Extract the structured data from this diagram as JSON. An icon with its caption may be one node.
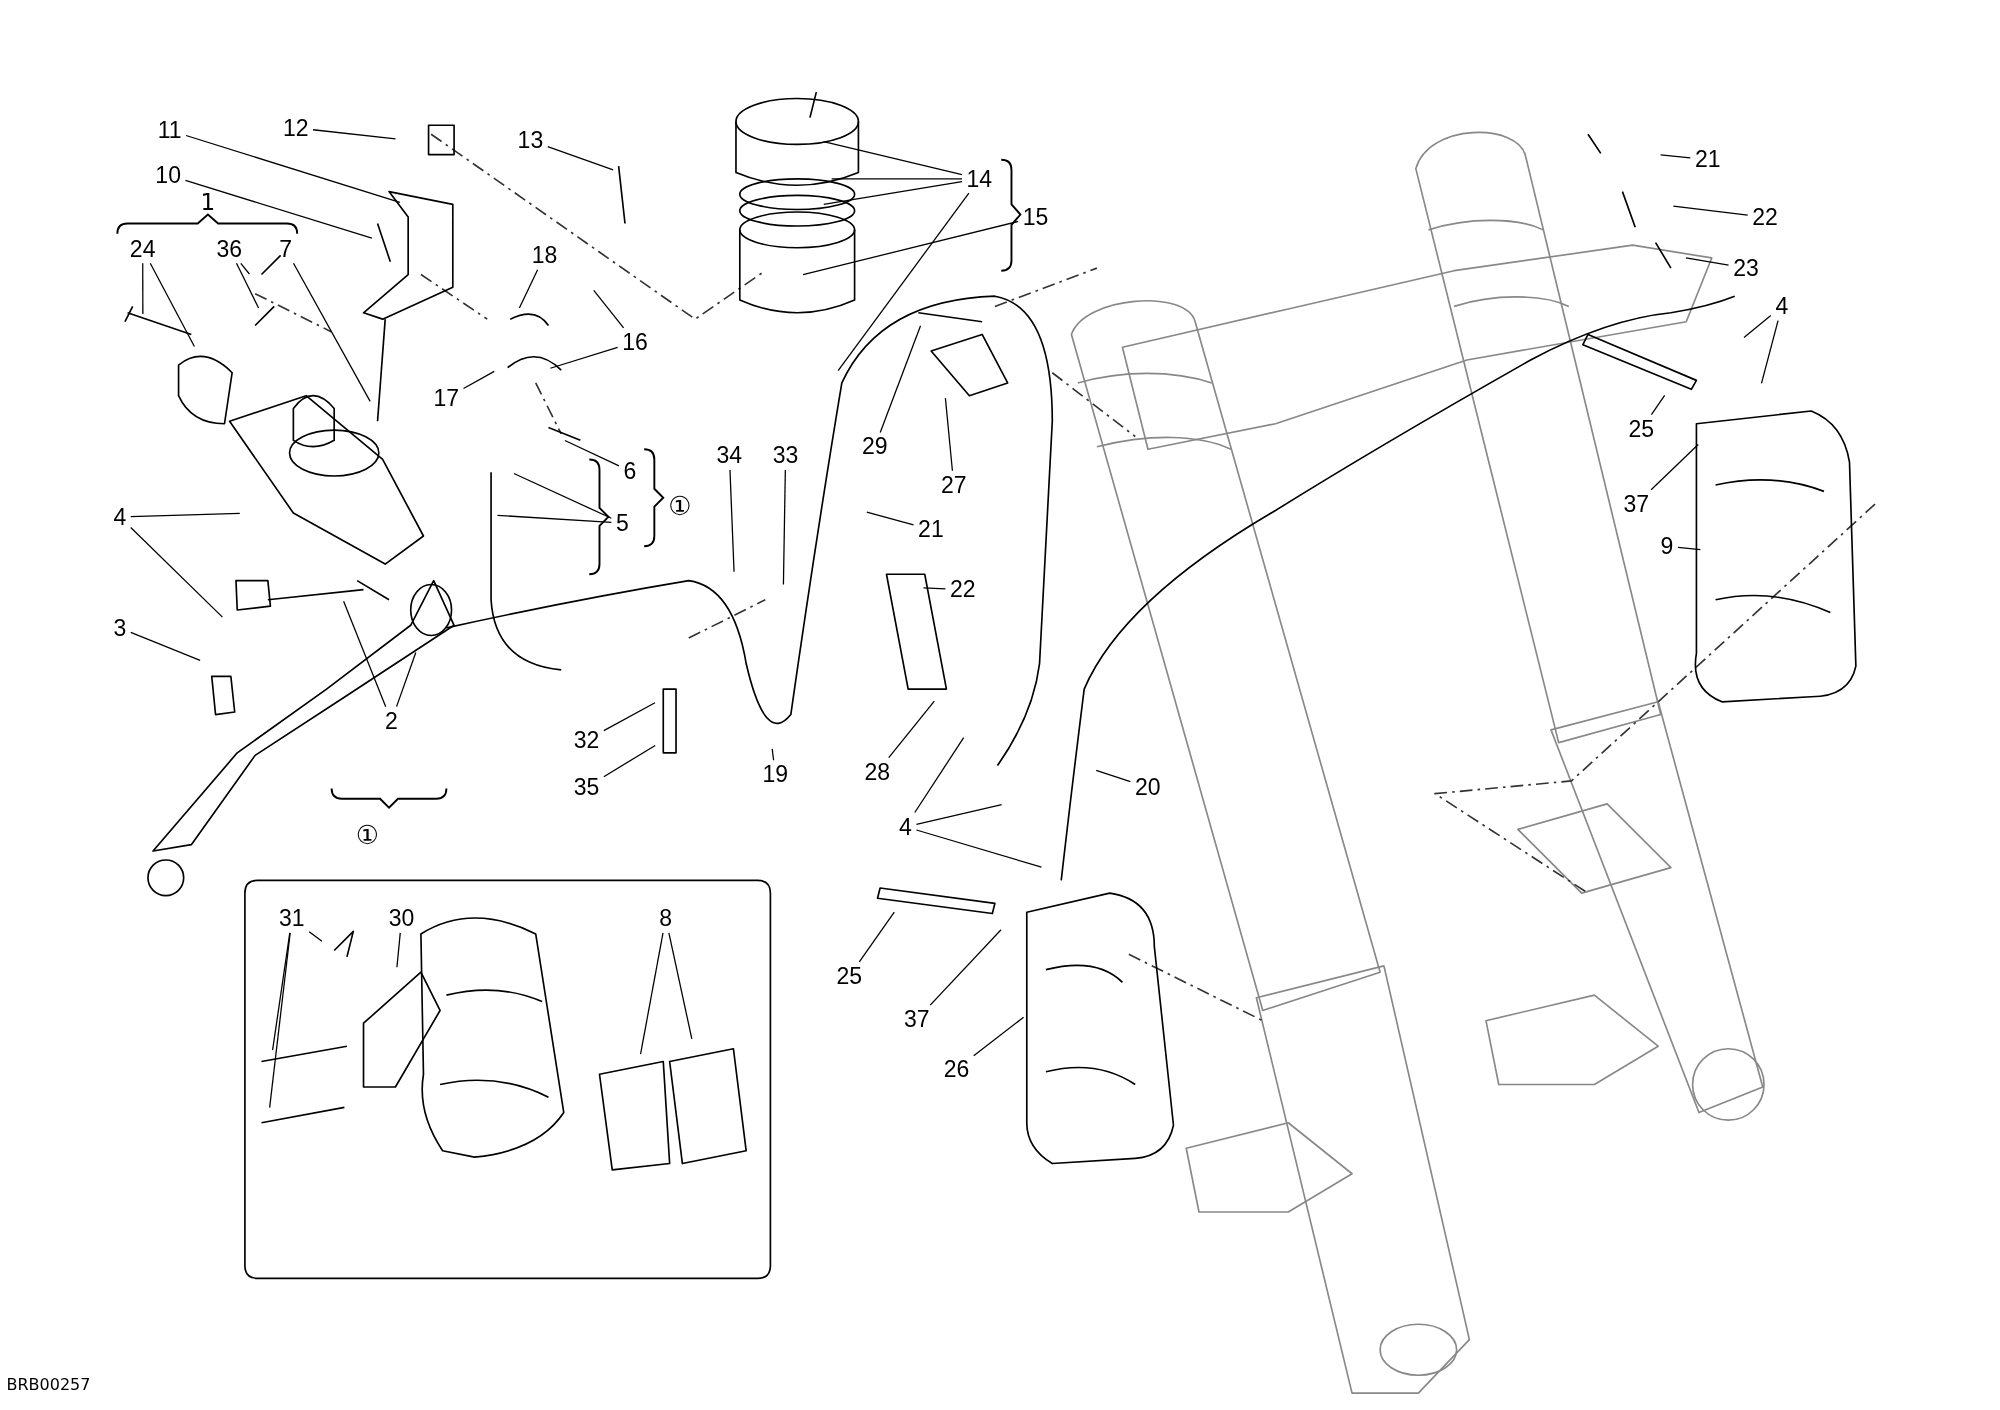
{
  "diagram": {
    "nodes": [
      {
        "text": [
          "11"
        ]
      },
      {
        "text": [
          "12"
        ]
      },
      {
        "text": [
          "10"
        ]
      },
      {
        "text": [
          "24"
        ]
      },
      {
        "text": [
          "36"
        ]
      },
      {
        "text": [
          "7"
        ]
      },
      {
        "text": [
          "13"
        ]
      },
      {
        "text": [
          "14"
        ]
      },
      {
        "text": [
          "15"
        ]
      },
      {
        "text": [
          "18"
        ]
      },
      {
        "text": [
          "17"
        ]
      },
      {
        "text": [
          "16"
        ]
      },
      {
        "text": [
          "6"
        ]
      },
      {
        "text": [
          "5"
        ]
      },
      {
        "text": [
          "4"
        ]
      },
      {
        "text": [
          "3"
        ]
      },
      {
        "text": [
          "2"
        ]
      },
      {
        "text": [
          "34"
        ]
      },
      {
        "text": [
          "33"
        ]
      },
      {
        "text": [
          "32"
        ]
      },
      {
        "text": [
          "35"
        ]
      },
      {
        "text": [
          "19"
        ]
      },
      {
        "text": [
          "29"
        ]
      },
      {
        "text": [
          "27"
        ]
      },
      {
        "text": [
          "21"
        ]
      },
      {
        "text": [
          "22"
        ]
      },
      {
        "text": [
          "28"
        ]
      },
      {
        "text": [
          "4"
        ]
      },
      {
        "text": [
          "20"
        ]
      },
      {
        "text": [
          "25"
        ]
      },
      {
        "text": [
          "37"
        ]
      },
      {
        "text": [
          "26"
        ]
      },
      {
        "text": [
          "21"
        ]
      },
      {
        "text": [
          "22"
        ]
      },
      {
        "text": [
          "23"
        ]
      },
      {
        "text": [
          "4"
        ]
      },
      {
        "text": [
          "25"
        ]
      },
      {
        "text": [
          "37"
        ]
      },
      {
        "text": [
          "9"
        ]
      },
      {
        "text": [
          "31"
        ]
      },
      {
        "text": [
          "30"
        ]
      },
      {
        "text": [
          "8"
        ]
      }
    ],
    "edges": [
      {
        "from": 0,
        "to": null,
        "arrow": "none"
      },
      {
        "from": 1,
        "to": null,
        "arrow": "none"
      },
      {
        "from": 2,
        "to": null,
        "arrow": "none"
      },
      {
        "from": 3,
        "to": null,
        "arrow": "none"
      },
      {
        "from": 3,
        "to": null,
        "arrow": "none"
      },
      {
        "from": 4,
        "to": null,
        "arrow": "none"
      },
      {
        "from": 4,
        "to": null,
        "arrow": "none"
      },
      {
        "from": 5,
        "to": null,
        "arrow": "none"
      },
      {
        "from": 6,
        "to": null,
        "arrow": "none"
      },
      {
        "from": 7,
        "to": null,
        "arrow": "none"
      },
      {
        "from": 7,
        "to": null,
        "arrow": "none"
      },
      {
        "from": 7,
        "to": null,
        "arrow": "none"
      },
      {
        "from": 7,
        "to": null,
        "arrow": "none"
      },
      {
        "from": 8,
        "to": null,
        "arrow": "none"
      },
      {
        "from": 9,
        "to": null,
        "arrow": "none"
      },
      {
        "from": 10,
        "to": null,
        "arrow": "none"
      },
      {
        "from": 11,
        "to": null,
        "arrow": "none"
      },
      {
        "from": 11,
        "to": null,
        "arrow": "none"
      },
      {
        "from": 12,
        "to": null,
        "arrow": "none"
      },
      {
        "from": 13,
        "to": null,
        "arrow": "none"
      },
      {
        "from": 13,
        "to": null,
        "arrow": "none"
      },
      {
        "from": 14,
        "to": null,
        "arrow": "none"
      },
      {
        "from": 14,
        "to": null,
        "arrow": "none"
      },
      {
        "from": 15,
        "to": null,
        "arrow": "none"
      },
      {
        "from": 16,
        "to": null,
        "arrow": "none"
      },
      {
        "from": 16,
        "to": null,
        "arrow": "none"
      },
      {
        "from": 17,
        "to": null,
        "arrow": "none"
      },
      {
        "from": 18,
        "to": null,
        "arrow": "none"
      },
      {
        "from": 19,
        "to": null,
        "arrow": "none"
      },
      {
        "from": 20,
        "to": null,
        "arrow": "none"
      },
      {
        "from": 21,
        "to": null,
        "arrow": "none"
      },
      {
        "from": 22,
        "to": null,
        "arrow": "none"
      },
      {
        "from": 23,
        "to": null,
        "arrow": "none"
      },
      {
        "from": 24,
        "to": null,
        "arrow": "none"
      },
      {
        "from": 25,
        "to": null,
        "arrow": "none"
      },
      {
        "from": 26,
        "to": null,
        "arrow": "none"
      },
      {
        "from": 27,
        "to": null,
        "arrow": "none"
      },
      {
        "from": 27,
        "to": null,
        "arrow": "none"
      },
      {
        "from": 27,
        "to": null,
        "arrow": "none"
      },
      {
        "from": 28,
        "to": null,
        "arrow": "none"
      },
      {
        "from": 29,
        "to": null,
        "arrow": "none"
      },
      {
        "from": 30,
        "to": null,
        "arrow": "none"
      },
      {
        "from": 31,
        "to": null,
        "arrow": "none"
      },
      {
        "from": 32,
        "to": null,
        "arrow": "none"
      },
      {
        "from": 33,
        "to": null,
        "arrow": "none"
      },
      {
        "from": 34,
        "to": null,
        "arrow": "none"
      },
      {
        "from": 35,
        "to": null,
        "arrow": "none"
      },
      {
        "from": 35,
        "to": null,
        "arrow": "none"
      },
      {
        "from": 36,
        "to": null,
        "arrow": "none"
      },
      {
        "from": 37,
        "to": null,
        "arrow": "none"
      },
      {
        "from": 38,
        "to": null,
        "arrow": "none"
      },
      {
        "from": 39,
        "to": null,
        "arrow": "none"
      },
      {
        "from": 39,
        "to": null,
        "arrow": "none"
      },
      {
        "from": 39,
        "to": null,
        "arrow": "none"
      },
      {
        "from": 40,
        "to": null,
        "arrow": "none"
      },
      {
        "from": 41,
        "to": null,
        "arrow": "none"
      },
      {
        "from": 41,
        "to": null,
        "arrow": "none"
      }
    ],
    "labels": [
      "1",
      "①",
      "①",
      "BRB00257"
    ]
  }
}
